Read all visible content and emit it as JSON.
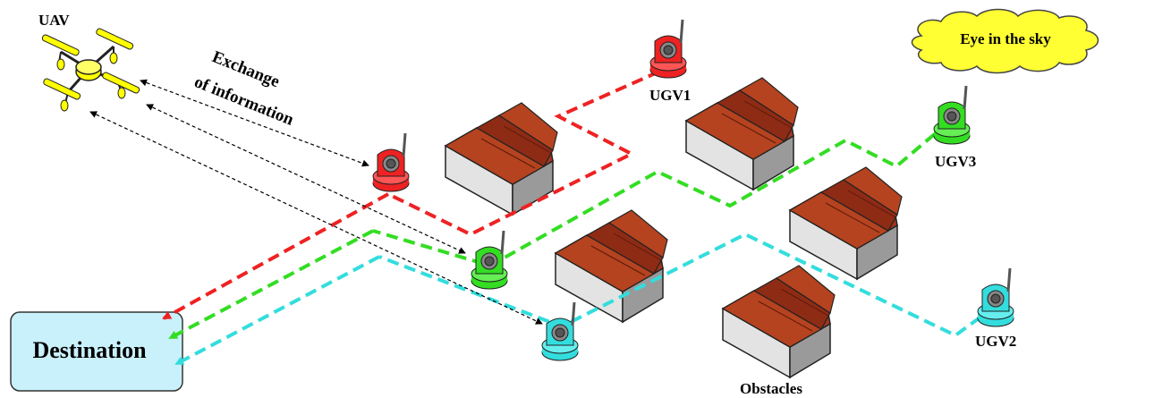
{
  "labels": {
    "uav": "UAV",
    "exchange_line1": "Exchange",
    "exchange_line2": "of information",
    "ugv1": "UGV1",
    "ugv2": "UGV2",
    "ugv3": "UGV3",
    "eye_in_sky": "Eye in the sky",
    "destination": "Destination",
    "obstacles": "Obstacles"
  },
  "colors": {
    "red_path": "#ee2222",
    "green_path": "#33dd22",
    "cyan_path": "#33dddd",
    "uav_body": "#ffff00",
    "cloud": "#ffff33",
    "destination_fill": "#c9f1fb",
    "roof": "#a4361d",
    "wall": "#d8d8d8"
  },
  "icons": [
    "quadcopter-uav-icon",
    "ugv-robot-icon",
    "factory-obstacle-icon",
    "cloud-icon"
  ]
}
